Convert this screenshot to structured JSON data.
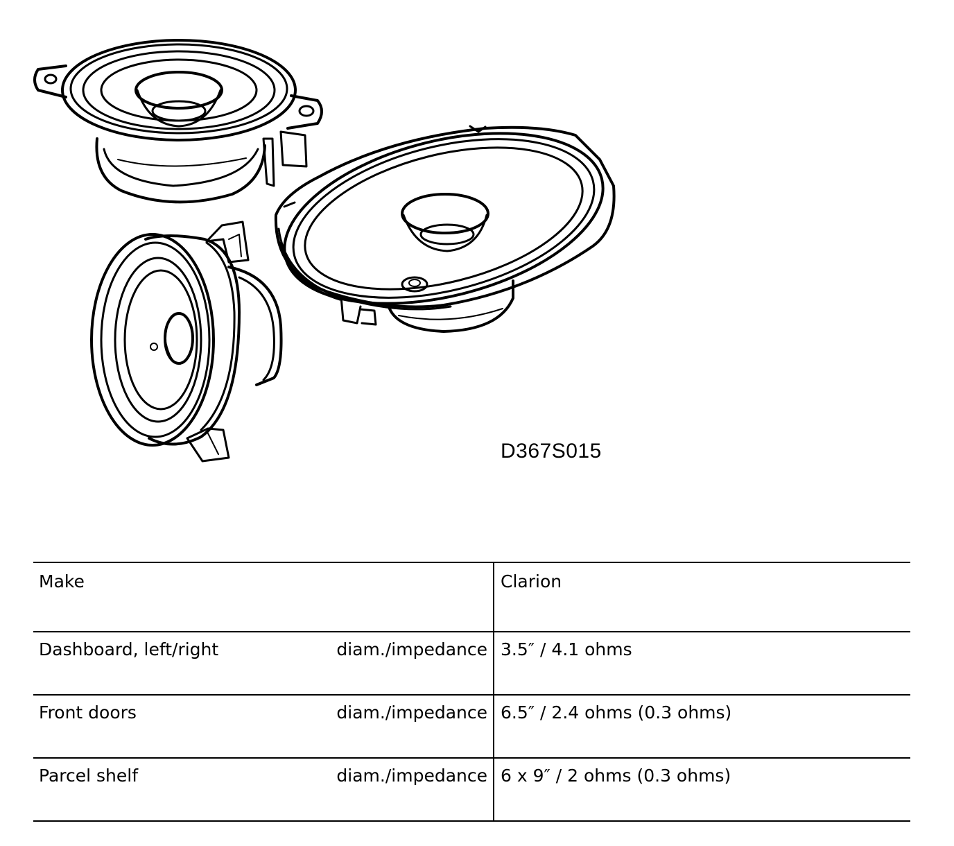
{
  "figure": {
    "code": "D367S015",
    "icon": "speaker-illustration"
  },
  "table": {
    "rows": [
      {
        "label": "Make",
        "param": "",
        "value": "Clarion"
      },
      {
        "label": "Dashboard, left/right",
        "param": "diam./impedance",
        "value": "3.5″ / 4.1 ohms"
      },
      {
        "label": "Front doors",
        "param": "diam./impedance",
        "value": "6.5″ / 2.4 ohms (0.3 ohms)"
      },
      {
        "label": "Parcel shelf",
        "param": "diam./impedance",
        "value": "6 x 9″ / 2 ohms (0.3 ohms)"
      }
    ]
  }
}
